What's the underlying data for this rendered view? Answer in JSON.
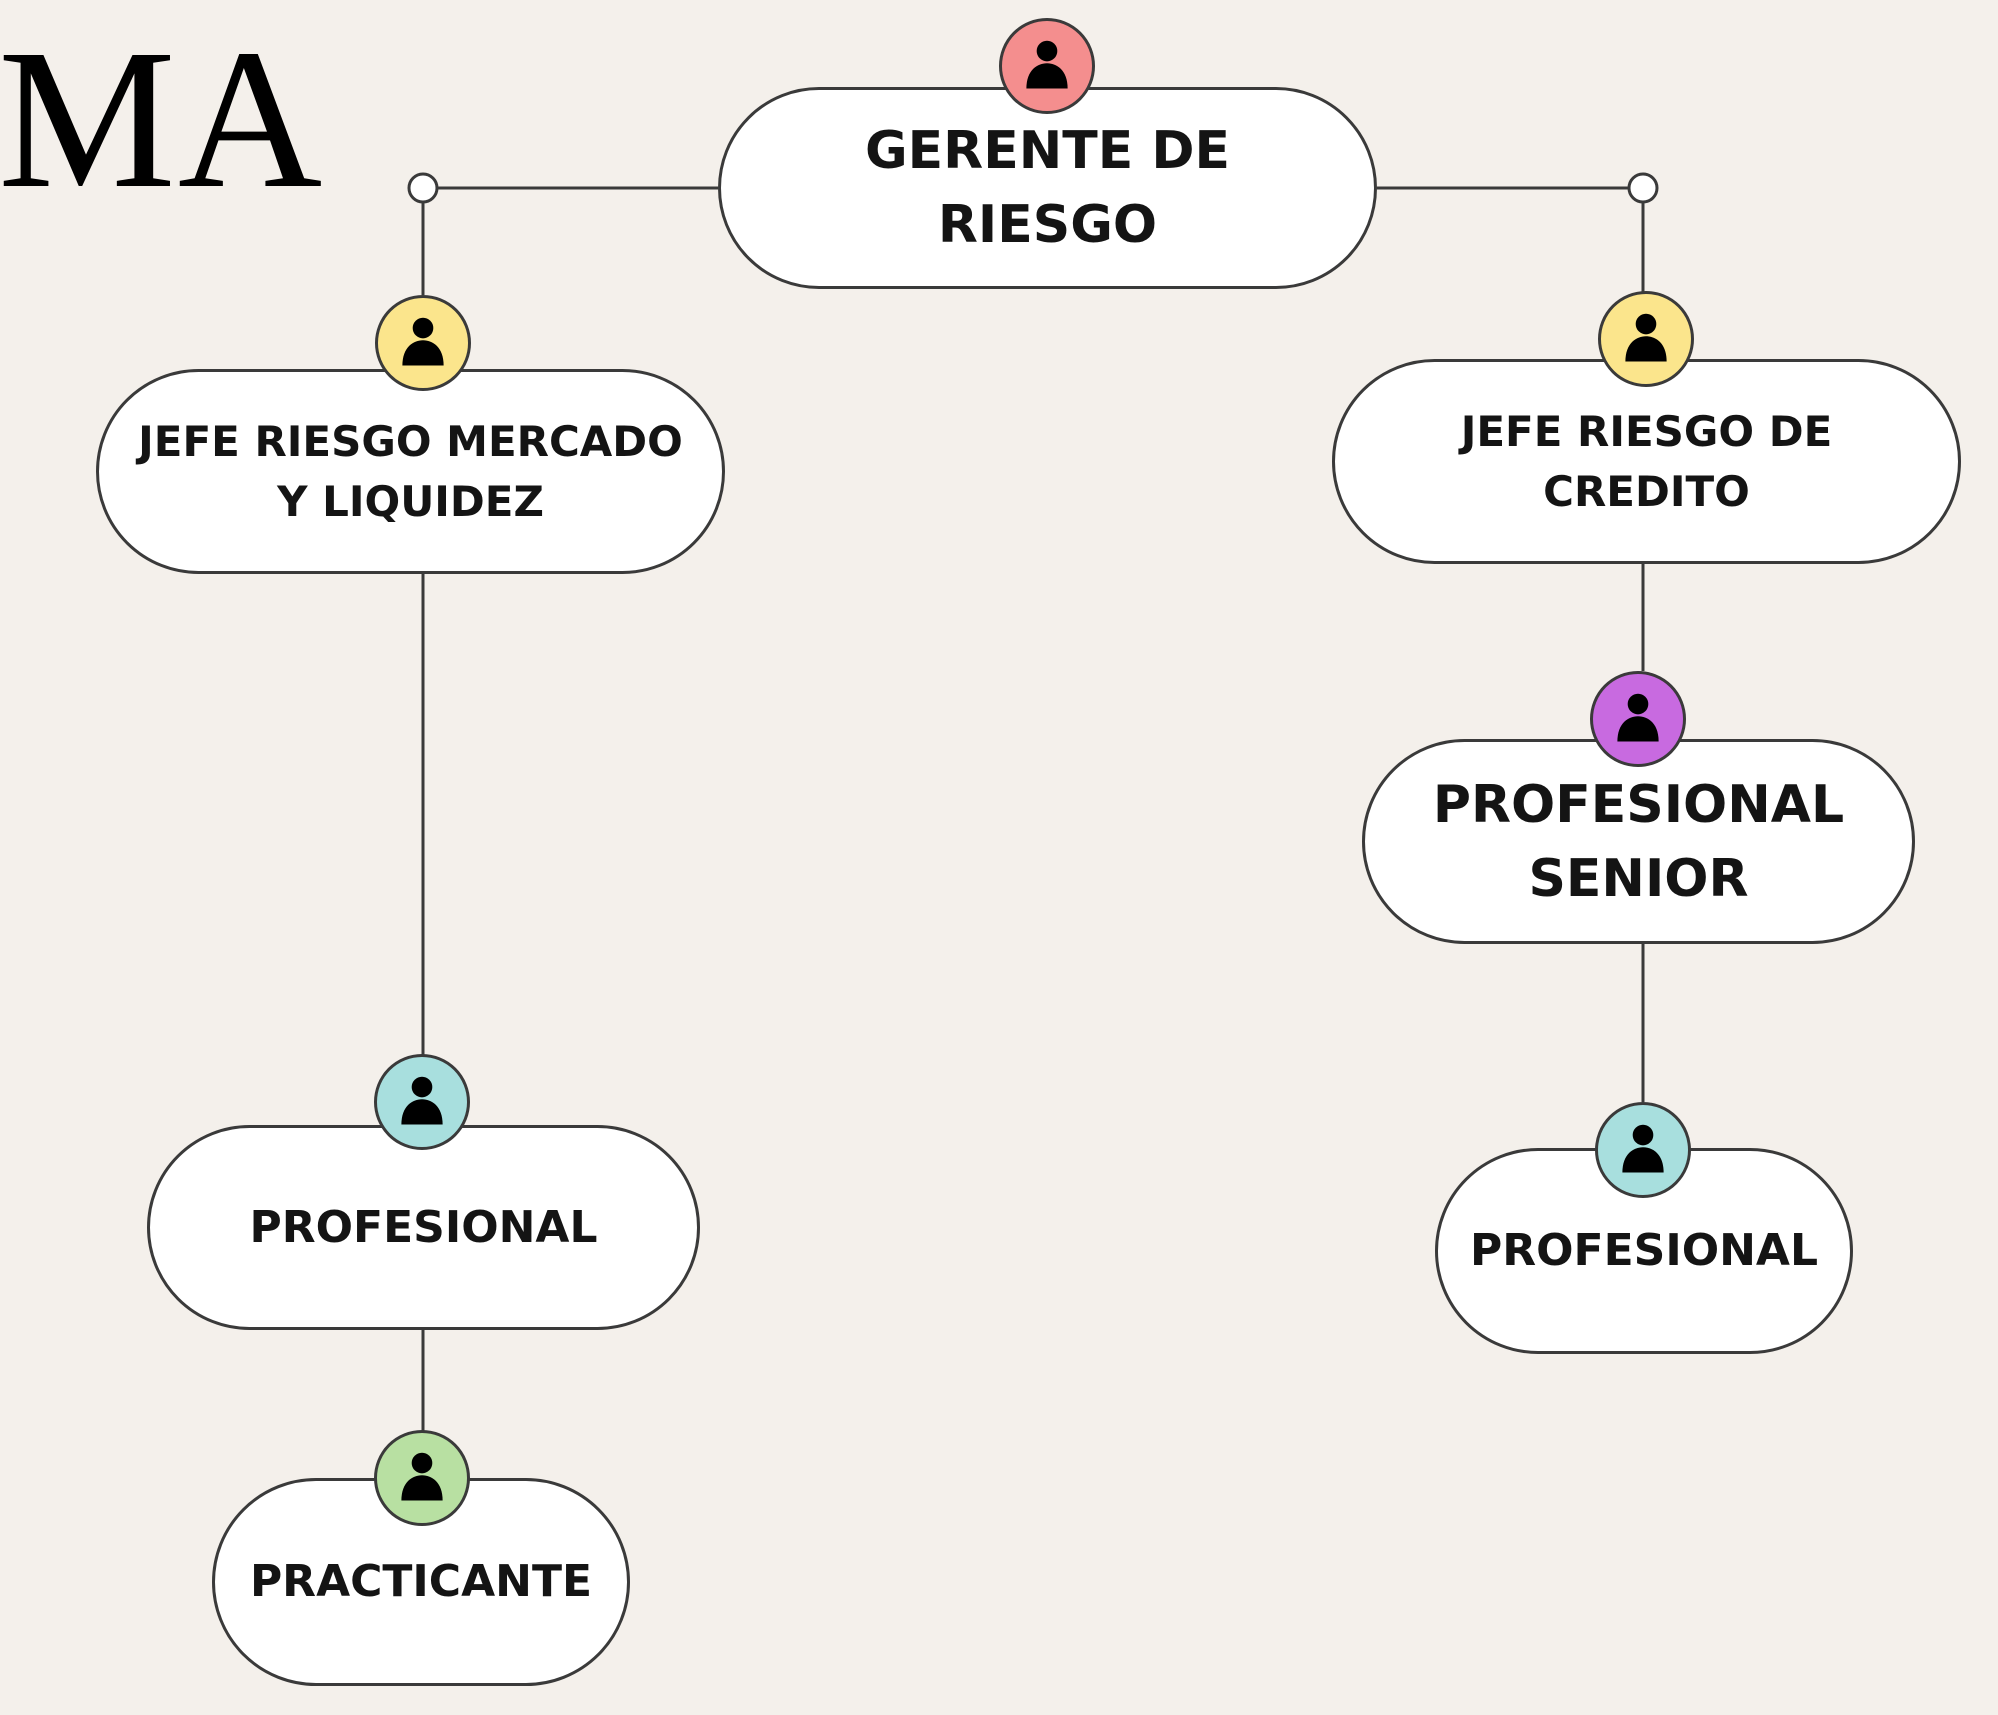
{
  "heading_fragment": "MA",
  "colors": {
    "background": "#f4f0eb",
    "line": "#3a3a3a",
    "avatar_red": "#f48e8e",
    "avatar_yellow": "#fbe58c",
    "avatar_purple": "#c86ae0",
    "avatar_cyan": "#a8dfde",
    "avatar_green": "#b8e0a2"
  },
  "org_chart": {
    "nodes": [
      {
        "id": "gerente",
        "label_1": "GERENTE DE",
        "label_2": "RIESGO",
        "avatar": "person-icon",
        "avatar_color": "#f48e8e"
      },
      {
        "id": "jefe-mercado",
        "label_1": "JEFE RIESGO MERCADO",
        "label_2": "Y LIQUIDEZ",
        "avatar": "person-icon",
        "avatar_color": "#fbe58c"
      },
      {
        "id": "jefe-credito",
        "label_1": "JEFE RIESGO DE",
        "label_2": "CREDITO",
        "avatar": "person-icon",
        "avatar_color": "#fbe58c"
      },
      {
        "id": "profesional-senior",
        "label_1": "PROFESIONAL",
        "label_2": "SENIOR",
        "avatar": "person-icon",
        "avatar_color": "#c86ae0"
      },
      {
        "id": "profesional-mercado",
        "label_1": "PROFESIONAL",
        "avatar": "person-icon",
        "avatar_color": "#a8dfde"
      },
      {
        "id": "profesional-credito",
        "label_1": "PROFESIONAL",
        "avatar": "person-icon",
        "avatar_color": "#a8dfde"
      },
      {
        "id": "practicante",
        "label_1": "PRACTICANTE",
        "avatar": "person-icon",
        "avatar_color": "#b8e0a2"
      }
    ],
    "edges": [
      [
        "gerente",
        "jefe-mercado"
      ],
      [
        "gerente",
        "jefe-credito"
      ],
      [
        "jefe-mercado",
        "profesional-mercado"
      ],
      [
        "profesional-mercado",
        "practicante"
      ],
      [
        "jefe-credito",
        "profesional-senior"
      ],
      [
        "profesional-senior",
        "profesional-credito"
      ]
    ]
  }
}
